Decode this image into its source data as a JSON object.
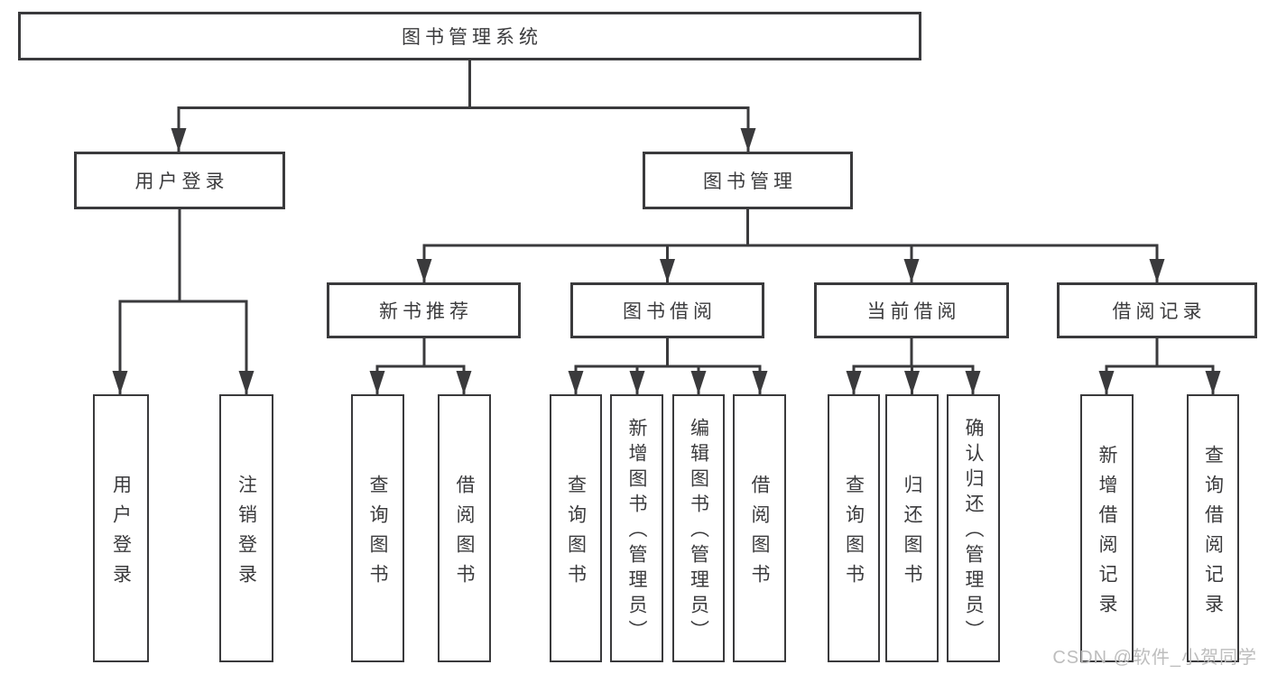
{
  "diagram": {
    "title": "图书管理系统",
    "root": {
      "label": "图书管理系统"
    },
    "level2": [
      {
        "label": "用户登录"
      },
      {
        "label": "图书管理"
      }
    ],
    "level3": [
      {
        "label": "新书推荐"
      },
      {
        "label": "图书借阅"
      },
      {
        "label": "当前借阅"
      },
      {
        "label": "借阅记录"
      }
    ],
    "leaves": [
      {
        "label": "用户登录",
        "parent": "用户登录"
      },
      {
        "label": "注销登录",
        "parent": "用户登录"
      },
      {
        "label": "查询图书",
        "parent": "新书推荐"
      },
      {
        "label": "借阅图书",
        "parent": "新书推荐"
      },
      {
        "label": "查询图书",
        "parent": "图书借阅"
      },
      {
        "label": "新增图书（管理员）",
        "parent": "图书借阅"
      },
      {
        "label": "编辑图书（管理员）",
        "parent": "图书借阅"
      },
      {
        "label": "借阅图书",
        "parent": "图书借阅"
      },
      {
        "label": "查询图书",
        "parent": "当前借阅"
      },
      {
        "label": "归还图书",
        "parent": "当前借阅"
      },
      {
        "label": "确认归还（管理员）",
        "parent": "当前借阅"
      },
      {
        "label": "新增借阅记录",
        "parent": "借阅记录"
      },
      {
        "label": "查询借阅记录",
        "parent": "借阅记录"
      }
    ]
  },
  "watermark": {
    "text": "CSDN @软件_小贺同学"
  },
  "colors": {
    "line": "#3a3a3c",
    "text": "#3b3b3d",
    "watermark": "#bdbdbd",
    "background": "#ffffff"
  }
}
